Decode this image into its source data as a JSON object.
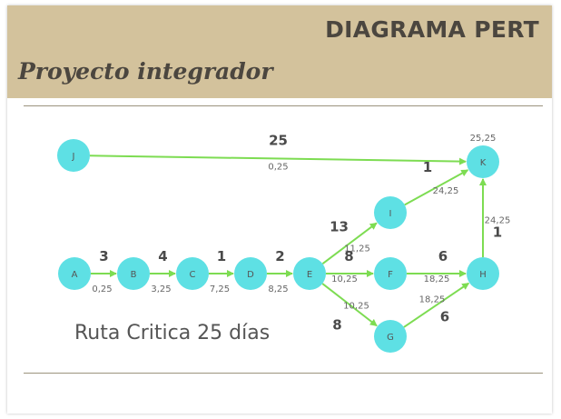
{
  "header": {
    "title": "DIAGRAMA PERT",
    "subtitle": "Proyecto integrador"
  },
  "critical_path_text": "Ruta Critica 25 días",
  "colors": {
    "header_bg": "#d3c29c",
    "node_fill": "#5ee0e4",
    "arrow": "#7ddc52",
    "rule": "#9b937e",
    "text": "#4b463f"
  },
  "nodes": [
    {
      "id": "J",
      "label": "J"
    },
    {
      "id": "K",
      "label": "K",
      "time": "25,25"
    },
    {
      "id": "I",
      "label": "I"
    },
    {
      "id": "A",
      "label": "A"
    },
    {
      "id": "B",
      "label": "B"
    },
    {
      "id": "C",
      "label": "C"
    },
    {
      "id": "D",
      "label": "D"
    },
    {
      "id": "E",
      "label": "E"
    },
    {
      "id": "F",
      "label": "F"
    },
    {
      "id": "H",
      "label": "H"
    },
    {
      "id": "G",
      "label": "G"
    }
  ],
  "edges": [
    {
      "from": "A",
      "to": "B",
      "duration": "3",
      "time": "0,25"
    },
    {
      "from": "B",
      "to": "C",
      "duration": "4",
      "time": "3,25"
    },
    {
      "from": "C",
      "to": "D",
      "duration": "1",
      "time": "7,25"
    },
    {
      "from": "D",
      "to": "E",
      "duration": "2",
      "time": "8,25"
    },
    {
      "from": "E",
      "to": "I",
      "duration": "13",
      "time": "11,25"
    },
    {
      "from": "E",
      "to": "F",
      "duration": "8",
      "time": "10,25"
    },
    {
      "from": "E",
      "to": "G",
      "duration": "8",
      "time": "10,25"
    },
    {
      "from": "I",
      "to": "K",
      "duration": "1",
      "time": "24,25"
    },
    {
      "from": "F",
      "to": "H",
      "duration": "6",
      "time": "18,25"
    },
    {
      "from": "G",
      "to": "H",
      "duration": "6",
      "time": "18,25"
    },
    {
      "from": "H",
      "to": "K",
      "duration": "1",
      "time": "24,25"
    },
    {
      "from": "J",
      "to": "K",
      "duration": "25",
      "time": "0,25"
    }
  ]
}
